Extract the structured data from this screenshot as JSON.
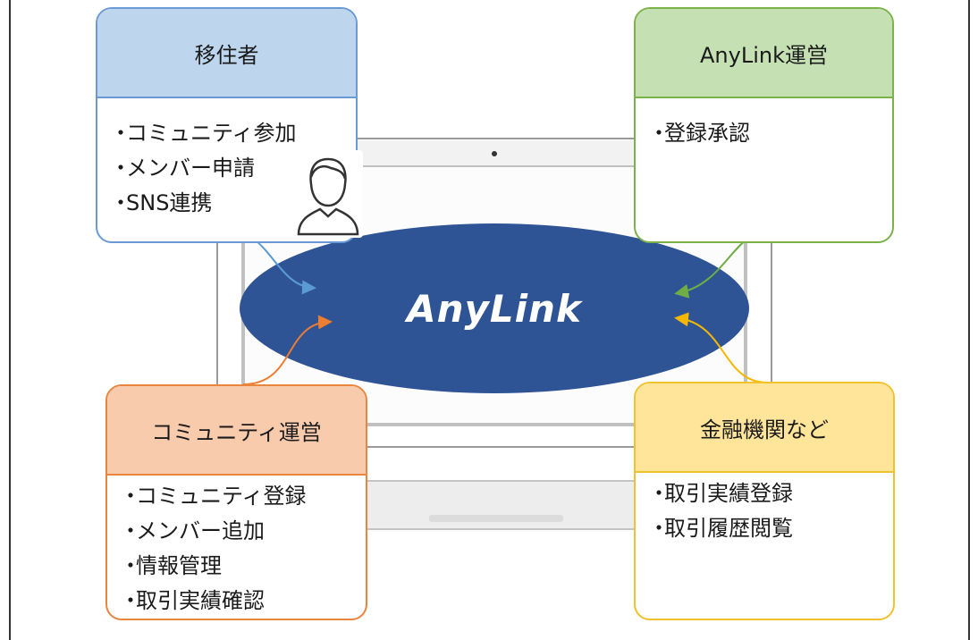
{
  "center": {
    "label": "AnyLink"
  },
  "boxes": {
    "migrant": {
      "title": "移住者",
      "items": [
        "コミュニティ参加",
        "メンバー申請",
        "SNS連携"
      ],
      "color": "#6a9ad6",
      "fill": "#bdd6ee"
    },
    "operator": {
      "title": "AnyLink運営",
      "items": [
        "登録承認"
      ],
      "color": "#7cb24a",
      "fill": "#c5e0b3"
    },
    "community": {
      "title": "コミュニティ運営",
      "items": [
        "コミュニティ登録",
        "メンバー追加",
        "情報管理",
        "取引実績確認"
      ],
      "color": "#e8853e",
      "fill": "#f8cbad"
    },
    "finance": {
      "title": "金融機関など",
      "items": [
        "取引実績登録",
        "取引履歴閲覧"
      ],
      "color": "#f2c12e",
      "fill": "#ffe599"
    }
  },
  "colors": {
    "ellipse": "#2f5496",
    "laptop": "#b0b0b0"
  },
  "icons": {
    "avatar": "person-icon"
  }
}
